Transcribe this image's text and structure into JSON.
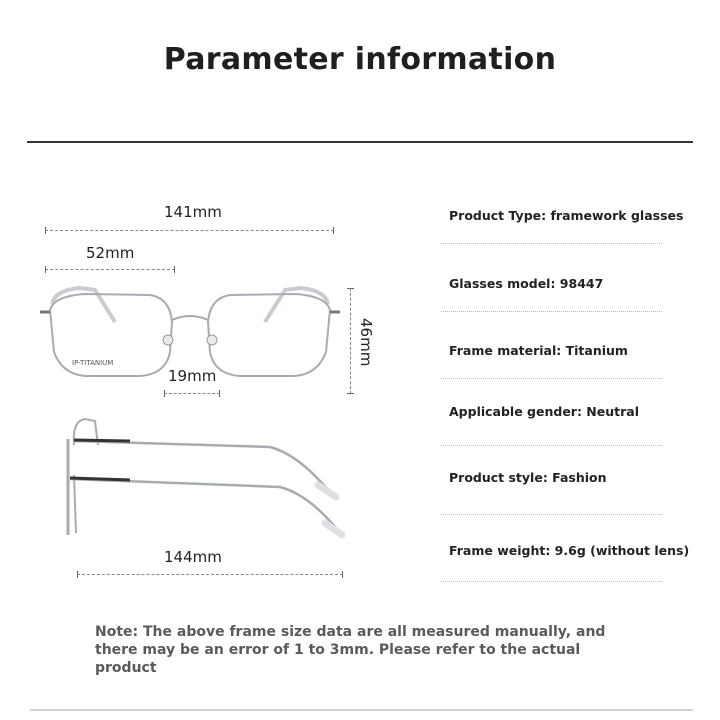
{
  "header": {
    "title": "Parameter information"
  },
  "dimensions": {
    "total_width": "141mm",
    "lens_width": "52mm",
    "lens_height": "46mm",
    "bridge_width": "19mm",
    "temple_length": "144mm",
    "frame_imprint": "IP-TITANIUM"
  },
  "specs": [
    {
      "label": "Product Type: framework glasses"
    },
    {
      "label": "Glasses model: 98447"
    },
    {
      "label": "Frame material: Titanium"
    },
    {
      "label": "Applicable gender: Neutral"
    },
    {
      "label": "Product style: Fashion"
    },
    {
      "label": "Frame weight: 9.6g (without lens)"
    }
  ],
  "note": "Note: The above frame size data are all measured manually, and there may be an error of 1 to 3mm. Please refer to the actual product",
  "colors": {
    "title": "#1f1f1f",
    "rule_top": "#333333",
    "rule_bottom": "#d4d4d4",
    "note_text": "#5a5a5a",
    "frame_metal": "#a8acb2"
  }
}
